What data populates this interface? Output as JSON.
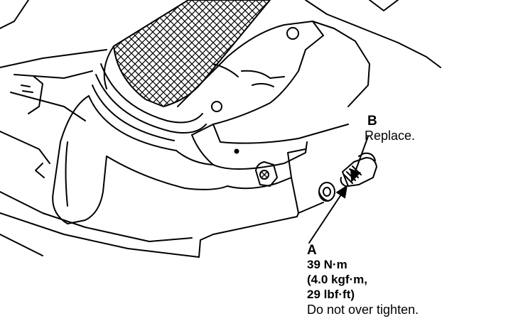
{
  "callouts": {
    "b": {
      "letter": "B",
      "note": "Replace."
    },
    "a": {
      "letter": "A",
      "torque_nm": "39 N·m",
      "torque_kgf": "(4.0 kgf·m,",
      "torque_lbf": "29 lbf·ft)",
      "note": "Do not over tighten."
    }
  },
  "colors": {
    "ink": "#000000",
    "paper": "#ffffff"
  },
  "icons": [
    "drain-bolt-icon",
    "sealing-washer-icon",
    "leader-arrow-icon"
  ]
}
